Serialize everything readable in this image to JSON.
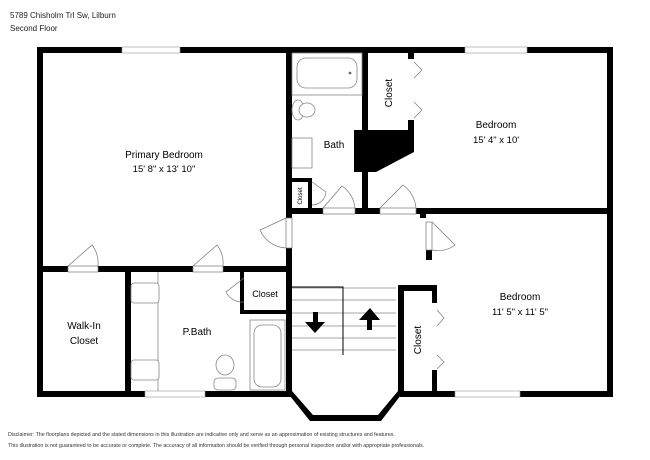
{
  "header": {
    "address": "5789 Chisholm Trl Sw, Lilburn",
    "floor": "Second Floor"
  },
  "rooms": [
    {
      "id": "primary-bedroom",
      "name": "Primary Bedroom",
      "dims": "15' 8\" x 13' 10\""
    },
    {
      "id": "bedroom-1",
      "name": "Bedroom",
      "dims": "15' 4\" x 10'"
    },
    {
      "id": "bedroom-2",
      "name": "Bedroom",
      "dims": "11' 5\" x 11' 5\""
    },
    {
      "id": "bath",
      "name": "Bath",
      "dims": ""
    },
    {
      "id": "p-bath",
      "name": "P.Bath",
      "dims": ""
    },
    {
      "id": "walk-in-closet",
      "name": "Walk-In",
      "name2": "Closet",
      "dims": ""
    },
    {
      "id": "closet-upper",
      "name": "Closet",
      "dims": ""
    },
    {
      "id": "closet-small",
      "name": "Closet",
      "dims": ""
    },
    {
      "id": "closet-pbath",
      "name": "Closet",
      "dims": ""
    },
    {
      "id": "closet-lower",
      "name": "Closet",
      "dims": ""
    }
  ],
  "stairs": {
    "down_icon": "arrow-down-icon",
    "up_icon": "arrow-up-icon"
  },
  "colors": {
    "wall": "#000000",
    "fixture": "#8a8a8a",
    "window": "#ffffff"
  },
  "disclaimer": {
    "line1": "Disclaimer: The floorplans depicted and the stated dimensions in this illustration are indicative only and serve as an approximation of existing structures and features.",
    "line2": "This illustration is not guaranteed to be accurate or complete. The accuracy of all information should be verified through personal inspection and/or with appropriate professionals."
  }
}
